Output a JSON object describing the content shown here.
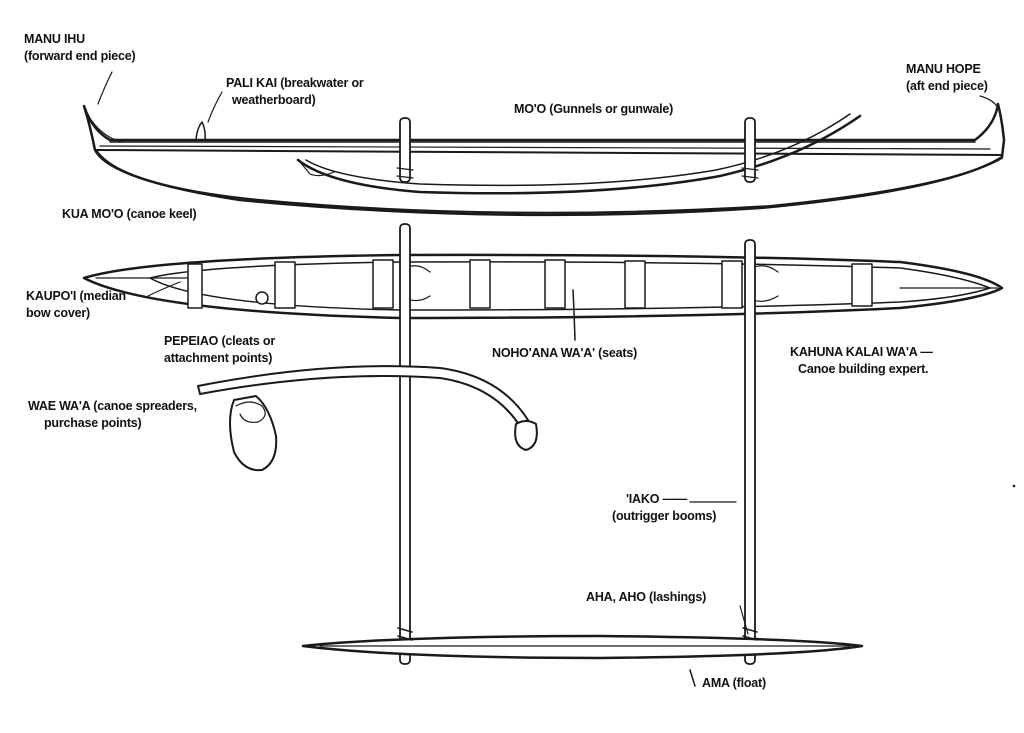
{
  "labels": {
    "manu_ihu": {
      "line1": "MANU IHU",
      "line2": "(forward end piece)"
    },
    "pali_kai": {
      "line1": "PALI KAI (breakwater or",
      "line2": "weatherboard)"
    },
    "mo_o": "MO'O (Gunnels or gunwale)",
    "manu_hope": {
      "line1": "MANU HOPE",
      "line2": "(aft end piece)"
    },
    "kua_mo_o": "KUA MO'O (canoe keel)",
    "kaupo_i": {
      "line1": "KAUPO'I (median",
      "line2": "bow cover)"
    },
    "pepeiao": {
      "line1": "PEPEIAO (cleats or",
      "line2": "attachment points)"
    },
    "noho_ana": "NOHO'ANA WA'A' (seats)",
    "kahuna": {
      "line1": "KAHUNA KALAI WA'A —",
      "line2": "Canoe building expert."
    },
    "wae_wa_a": {
      "line1": "WAE WA'A (canoe spreaders,",
      "line2": "purchase points)"
    },
    "iako": {
      "line1": "'IAKO ——",
      "line2": "(outrigger booms)"
    },
    "aha": "AHA, AHO (lashings)",
    "ama": "AMA (float)"
  },
  "colors": {
    "ink": "#1a1a1a",
    "paper": "#ffffff"
  }
}
